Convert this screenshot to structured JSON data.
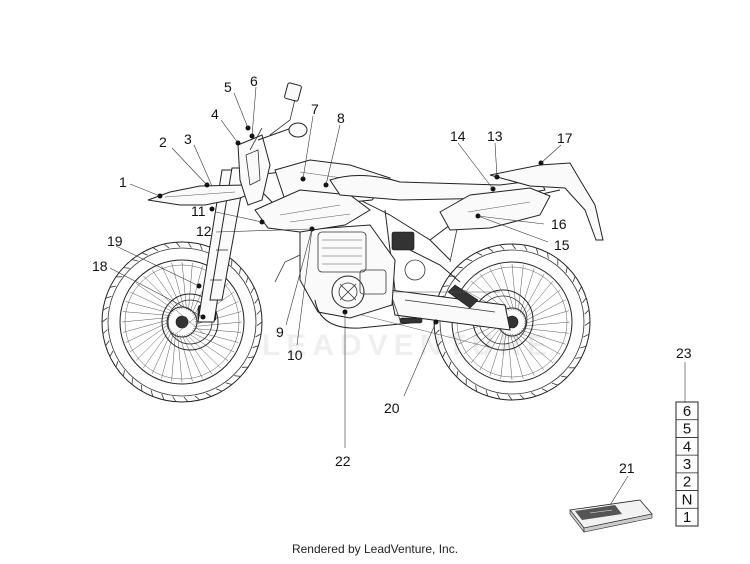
{
  "callouts": {
    "c1": "1",
    "c2": "2",
    "c3": "3",
    "c4": "4",
    "c5": "5",
    "c6": "6",
    "c7": "7",
    "c8": "8",
    "c9": "9",
    "c10": "10",
    "c11": "11",
    "c12": "12",
    "c13": "13",
    "c14": "14",
    "c15": "15",
    "c16": "16",
    "c17": "17",
    "c18": "18",
    "c19": "19",
    "c20": "20",
    "c21": "21",
    "c22": "22",
    "c23": "23"
  },
  "gear_strip": [
    "6",
    "5",
    "4",
    "3",
    "2",
    "N",
    "1"
  ],
  "watermark": "LEADVENTURE",
  "footer": "Rendered by LeadVenture, Inc."
}
